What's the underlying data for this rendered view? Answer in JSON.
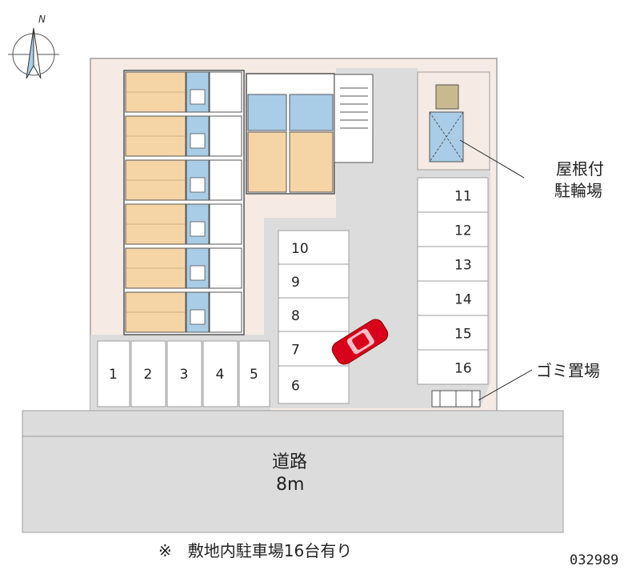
{
  "compass": {
    "north_label": "N",
    "icon": "compass-north-icon"
  },
  "labels": {
    "bike_parking_line1": "屋根付",
    "bike_parking_line2": "駐輪場",
    "garbage": "ゴミ置場",
    "road_name": "道路",
    "road_width": "8m"
  },
  "parking_spaces": [
    "1",
    "2",
    "3",
    "4",
    "5",
    "6",
    "7",
    "8",
    "9",
    "10",
    "11",
    "12",
    "13",
    "14",
    "15",
    "16"
  ],
  "footer": {
    "note": "※　敷地内駐車場16台有り",
    "code": "032989"
  },
  "colors": {
    "site": "#f5ebe4",
    "road": "#dcdcdc",
    "room_floor": "#f5d4a6",
    "wet_area": "#a9cde6",
    "car": "#d9001b"
  }
}
